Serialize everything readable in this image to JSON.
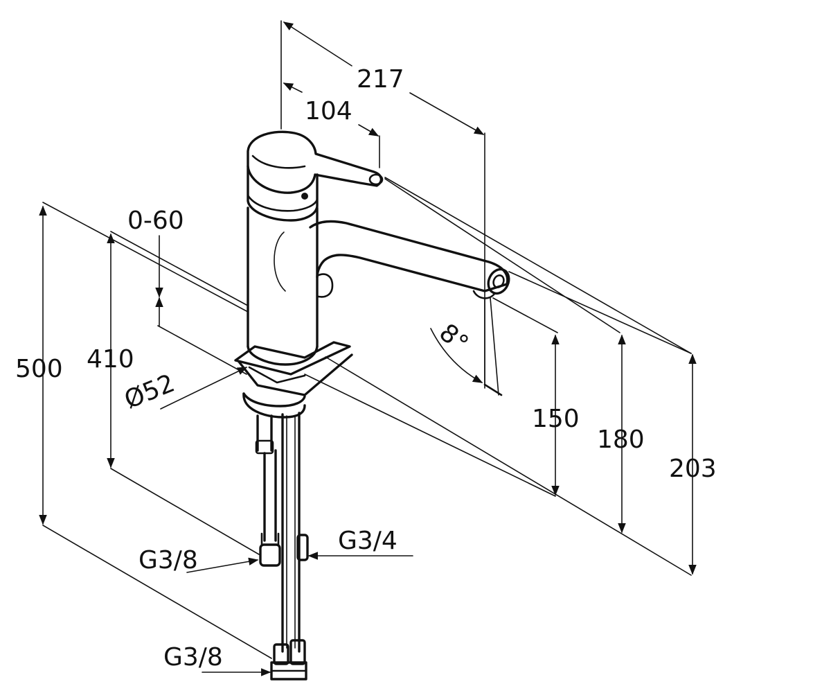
{
  "dimensions": {
    "reach_total": "217",
    "reach_lever": "104",
    "swivel_range": "0-60",
    "overall_height": "500",
    "hose_length": "410",
    "base_diameter": "Ø52",
    "spout_height_150": "150",
    "spout_height_180": "180",
    "spout_height_203": "203",
    "spout_angle": "8°",
    "thread_inlet_upper": "G3/8",
    "thread_inlet_side": "G3/4",
    "thread_inlet_lower": "G3/8"
  }
}
